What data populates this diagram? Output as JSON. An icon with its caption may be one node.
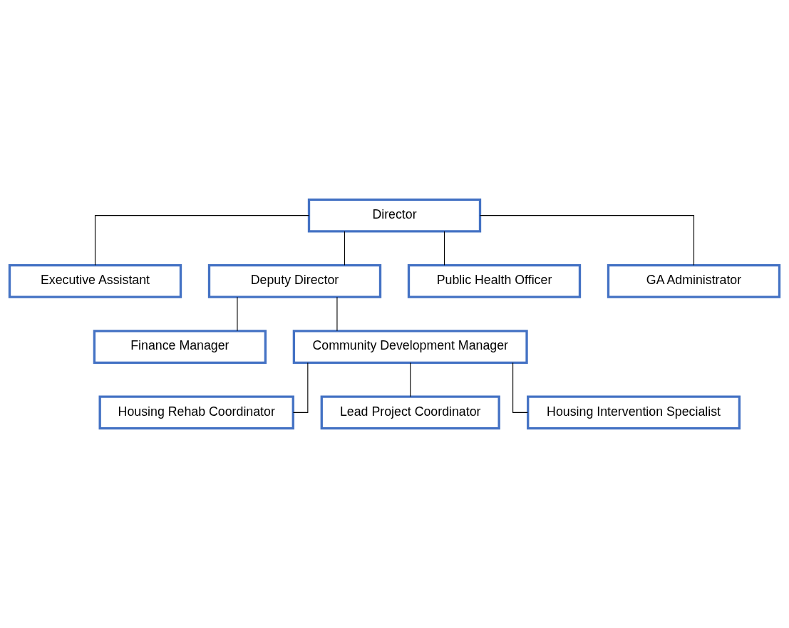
{
  "diagram": {
    "nodes": [
      {
        "text": [
          "Director"
        ]
      },
      {
        "text": [
          "Executive Assistant"
        ]
      },
      {
        "text": [
          "Deputy Director"
        ]
      },
      {
        "text": [
          "Public Health Officer"
        ]
      },
      {
        "text": [
          "GA Administrator"
        ]
      },
      {
        "text": [
          "Finance Manager"
        ]
      },
      {
        "text": [
          "Community Development Manager"
        ]
      },
      {
        "text": [
          "Housing Rehab Coordinator"
        ]
      },
      {
        "text": [
          "Lead Project Coordinator"
        ]
      },
      {
        "text": [
          "Housing Intervention Specialist"
        ]
      }
    ],
    "edges": [
      {
        "from": 0,
        "to": 1,
        "arrow": "none"
      },
      {
        "from": 0,
        "to": 2,
        "arrow": "none"
      },
      {
        "from": 0,
        "to": 3,
        "arrow": "none"
      },
      {
        "from": 0,
        "to": 4,
        "arrow": "none"
      },
      {
        "from": 2,
        "to": 5,
        "arrow": "none"
      },
      {
        "from": 2,
        "to": 6,
        "arrow": "none"
      },
      {
        "from": 6,
        "to": 7,
        "arrow": "none"
      },
      {
        "from": 6,
        "to": 8,
        "arrow": "none"
      },
      {
        "from": 6,
        "to": 9,
        "arrow": "none"
      }
    ]
  }
}
